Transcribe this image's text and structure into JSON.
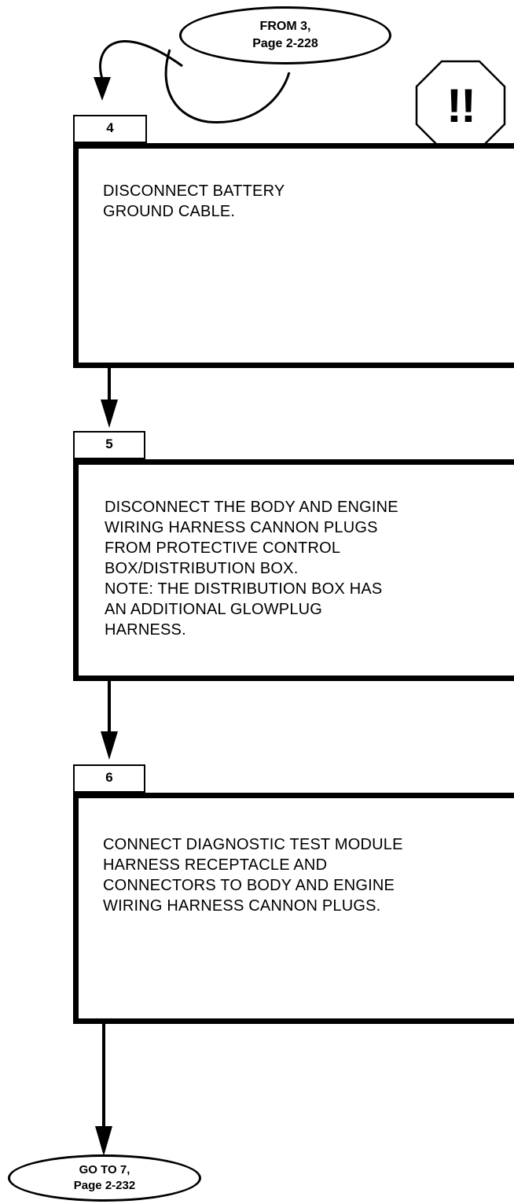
{
  "from_connector": {
    "line1": "FROM 3,",
    "line2": "Page 2-228"
  },
  "warning": {
    "icon": "stop-octagon-icon",
    "label": "!!"
  },
  "steps": [
    {
      "number": "4",
      "lines": [
        "DISCONNECT BATTERY",
        "GROUND CABLE."
      ]
    },
    {
      "number": "5",
      "lines": [
        "DISCONNECT THE BODY AND ENGINE",
        "WIRING HARNESS CANNON PLUGS",
        "FROM PROTECTIVE CONTROL",
        "BOX/DISTRIBUTION BOX.",
        "NOTE: THE DISTRIBUTION BOX HAS",
        "AN ADDITIONAL GLOWPLUG",
        "HARNESS."
      ]
    },
    {
      "number": "6",
      "lines": [
        "CONNECT DIAGNOSTIC TEST MODULE",
        "HARNESS RECEPTACLE AND",
        "CONNECTORS TO BODY AND ENGINE",
        "WIRING HARNESS CANNON PLUGS."
      ]
    }
  ],
  "to_connector": {
    "line1": "GO TO 7,",
    "line2": "Page 2-232"
  }
}
